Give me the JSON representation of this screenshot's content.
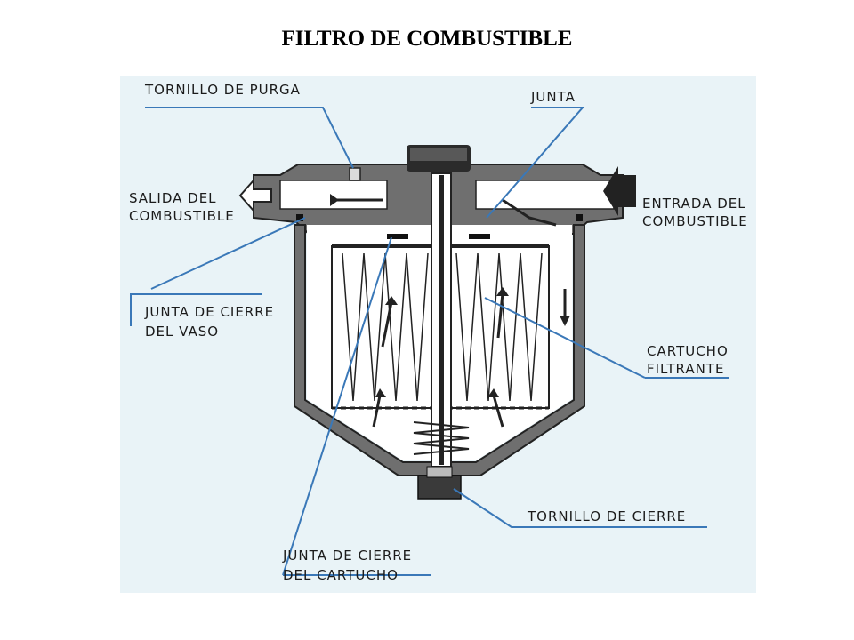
{
  "title": "FILTRO DE COMBUSTIBLE",
  "colors": {
    "background": "#e9f3f7",
    "housing": "#6f6f6f",
    "leader_lines": "#3a78b8",
    "text": "#1b1b1b",
    "title": "#000000"
  },
  "labels": {
    "tornillo_purga": "TORNILLO DE PURGA",
    "junta": "JUNTA",
    "salida_1": "SALIDA DEL",
    "salida_2": "COMBUSTIBLE",
    "entrada_1": "ENTRADA DEL",
    "entrada_2": "COMBUSTIBLE",
    "junta_vaso_1": "JUNTA DE CIERRE",
    "junta_vaso_2": "DEL VASO",
    "cartucho_1": "CARTUCHO",
    "cartucho_2": "FILTRANTE",
    "tornillo_cierre": "TORNILLO DE CIERRE",
    "junta_cartucho_1": "JUNTA DE CIERRE",
    "junta_cartucho_2": "DEL CARTUCHO"
  },
  "icons": {
    "flow_arrows": "flow-arrow-icon",
    "inlet_arrow": "inlet-arrow-icon",
    "outlet_arrow": "outlet-arrow-icon"
  }
}
